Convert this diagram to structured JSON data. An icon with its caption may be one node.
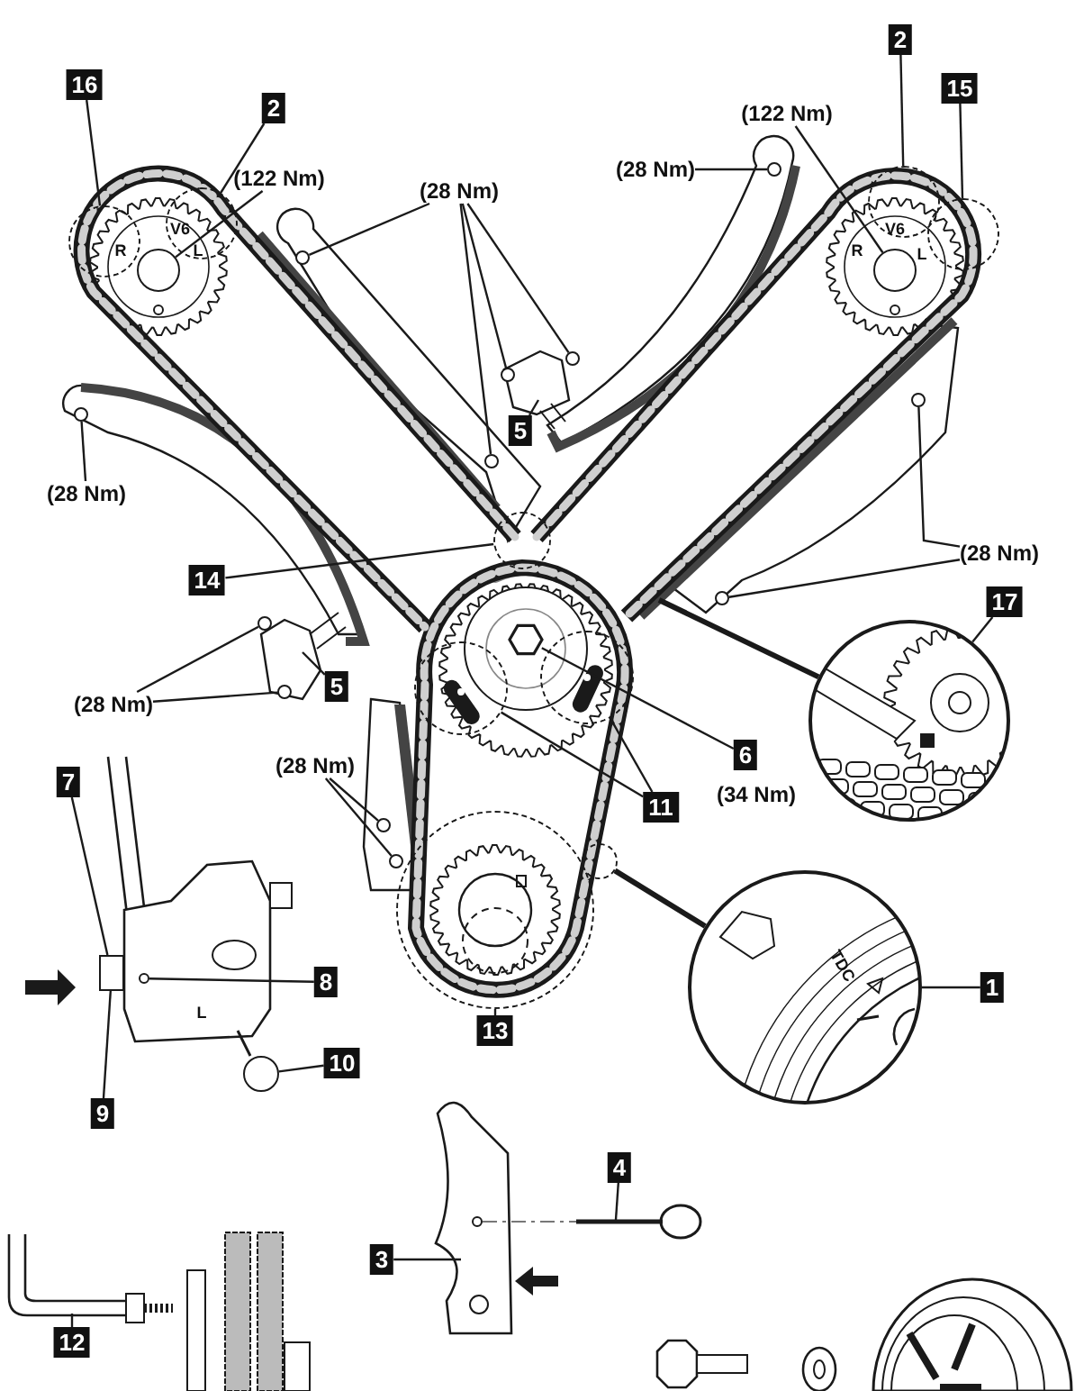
{
  "diagram": {
    "nodes": [
      {
        "text": [
          "16"
        ]
      },
      {
        "text": [
          "2"
        ]
      },
      {
        "text": [
          "(122 Nm)"
        ]
      },
      {
        "text": [
          "(28 Nm)"
        ]
      },
      {
        "text": [
          "2"
        ]
      },
      {
        "text": [
          "15"
        ]
      },
      {
        "text": [
          "(122 Nm)"
        ]
      },
      {
        "text": [
          "(28 Nm)"
        ]
      },
      {
        "text": [
          "(28 Nm)"
        ]
      },
      {
        "text": [
          "5"
        ]
      },
      {
        "text": [
          "(28 Nm)"
        ]
      },
      {
        "text": [
          "14"
        ]
      },
      {
        "text": [
          "5"
        ]
      },
      {
        "text": [
          "(28 Nm)"
        ]
      },
      {
        "text": [
          "6"
        ],
        "beside": [
          "(34 Nm)"
        ]
      },
      {
        "text": [
          "11"
        ]
      },
      {
        "text": [
          "17"
        ]
      },
      {
        "text": [
          "(28 Nm)"
        ]
      },
      {
        "text": [
          "7"
        ]
      },
      {
        "text": [
          "8"
        ]
      },
      {
        "text": [
          "1"
        ]
      },
      {
        "text": [
          "13"
        ]
      },
      {
        "text": [
          "9"
        ]
      },
      {
        "text": [
          "10"
        ]
      },
      {
        "text": [
          "4"
        ]
      },
      {
        "text": [
          "3"
        ]
      },
      {
        "text": [
          "12"
        ]
      },
      {
        "text": [],
        "shape": "circle"
      },
      {
        "text": [],
        "shape": "circle"
      },
      {
        "text": [],
        "shape": "circle"
      },
      {
        "text": [],
        "shape": "circle"
      },
      {
        "text": [],
        "shape": "circle"
      },
      {
        "text": [],
        "shape": "circle"
      },
      {
        "text": [],
        "shape": "circle"
      },
      {
        "text": [],
        "shape": "circle"
      },
      {
        "text": [],
        "shape": "circle"
      },
      {
        "text": [],
        "shape": "circle"
      },
      {
        "text": [],
        "shape": "circle"
      },
      {
        "text": [],
        "shape": "circle"
      },
      {
        "text": [],
        "shape": "circle"
      },
      {
        "text": [],
        "shape": "circle"
      },
      {
        "text": [],
        "shape": "circle"
      },
      {
        "text": [],
        "shape": "circle"
      },
      {
        "text": [],
        "shape": "circle"
      },
      {
        "text": [],
        "shape": "hexagon"
      },
      {
        "text": [],
        "shape": "circle"
      },
      {
        "text": [],
        "shape": "circle"
      },
      {
        "text": [],
        "shape": "circle"
      },
      {
        "text": [],
        "shape": "circle"
      },
      {
        "text": [],
        "shape": "picture"
      },
      {
        "text": [],
        "shape": "circle"
      },
      {
        "text": [],
        "shape": "picture"
      },
      {
        "text": [],
        "shape": "circle"
      },
      {
        "text": [],
        "shape": "circle"
      },
      {
        "text": [],
        "shape": "circle"
      },
      {
        "text": [],
        "shape": "box"
      }
    ],
    "edges": [
      {
        "from": 0,
        "to": 27,
        "arrow": "none"
      },
      {
        "from": 1,
        "to": 28,
        "arrow": "none"
      },
      {
        "from": 2,
        "to": 29,
        "arrow": "none"
      },
      {
        "from": 3,
        "to": 30,
        "arrow": "none"
      },
      {
        "from": 3,
        "to": 31,
        "arrow": "none"
      },
      {
        "from": 3,
        "to": 32,
        "arrow": "none"
      },
      {
        "from": 3,
        "to": 33,
        "arrow": "none"
      },
      {
        "from": 4,
        "to": 34,
        "arrow": "none"
      },
      {
        "from": 5,
        "to": 35,
        "arrow": "none"
      },
      {
        "from": 6,
        "to": 36,
        "arrow": "none"
      },
      {
        "from": 7,
        "to": 37,
        "arrow": "none"
      },
      {
        "from": 8,
        "to": 38,
        "arrow": "none"
      },
      {
        "from": 10,
        "to": 39,
        "arrow": "none"
      },
      {
        "from": 10,
        "to": 40,
        "arrow": "none"
      },
      {
        "from": 11,
        "to": 41,
        "arrow": "none"
      },
      {
        "from": 9,
        "to": null,
        "arrow": "none"
      },
      {
        "from": 12,
        "to": null,
        "arrow": "none"
      },
      {
        "from": 13,
        "to": 42,
        "arrow": "none"
      },
      {
        "from": 13,
        "to": 43,
        "arrow": "none"
      },
      {
        "from": 14,
        "to": 44,
        "arrow": "none"
      },
      {
        "from": 15,
        "to": 45,
        "arrow": "none"
      },
      {
        "from": 15,
        "to": 46,
        "arrow": "none"
      },
      {
        "from": 16,
        "to": 49,
        "arrow": "none"
      },
      {
        "from": 17,
        "to": 47,
        "arrow": "none"
      },
      {
        "from": 17,
        "to": 48,
        "arrow": "none"
      },
      {
        "from": 18,
        "to": 55,
        "arrow": "none"
      },
      {
        "from": 19,
        "to": 50,
        "arrow": "none"
      },
      {
        "from": 20,
        "to": 51,
        "arrow": "none"
      },
      {
        "from": 21,
        "to": 52,
        "arrow": "none"
      },
      {
        "from": 22,
        "to": 55,
        "arrow": "none"
      },
      {
        "from": 23,
        "to": 54,
        "arrow": "none"
      },
      {
        "from": 24,
        "to": null,
        "arrow": "none"
      },
      {
        "from": 25,
        "to": null,
        "arrow": "none"
      },
      {
        "from": 26,
        "to": null,
        "arrow": "none"
      },
      {
        "from": 53,
        "to": 51,
        "arrow": "none",
        "style": "thick"
      },
      {
        "from": null,
        "to": 49,
        "arrow": "none",
        "style": "thick"
      }
    ],
    "labels": [
      "V6",
      "R",
      "L",
      "V6",
      "R",
      "L",
      "TDC",
      "L"
    ]
  }
}
